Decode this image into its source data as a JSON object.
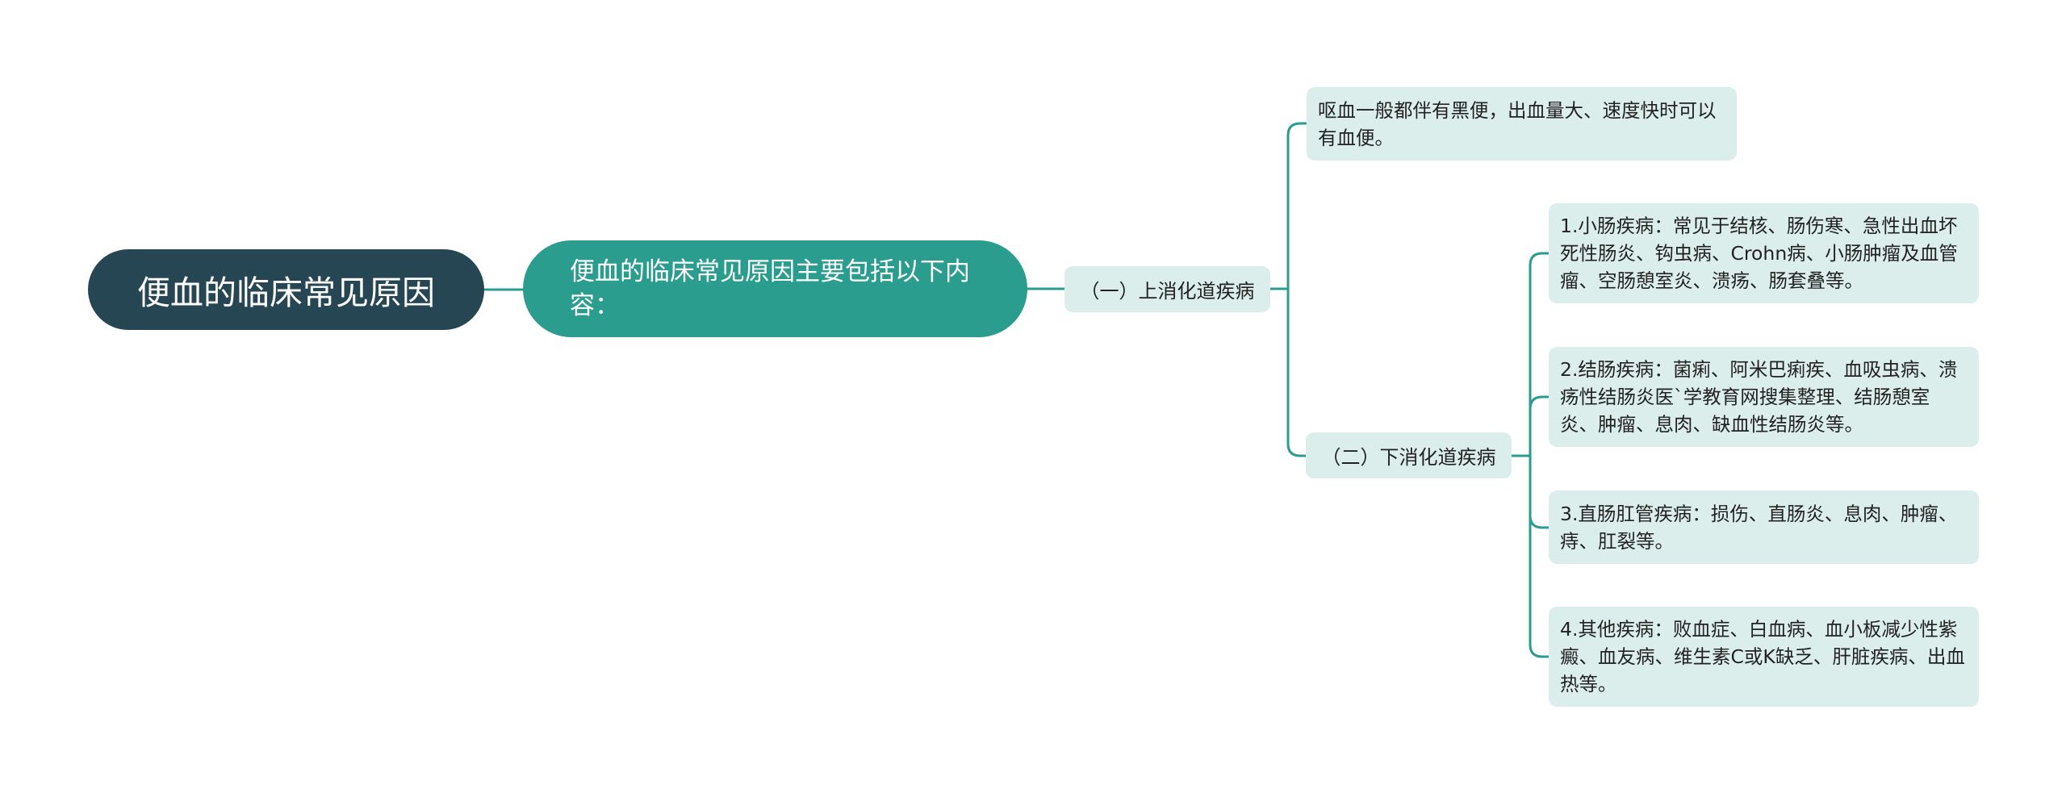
{
  "root": "便血的临床常见原因",
  "main": "便血的临床常见原因主要包括以下内容：",
  "branches": [
    {
      "label": "（一）上消化道疾病",
      "leaves": [
        "呕血一般都伴有黑便，出血量大、速度快时可以有血便。"
      ]
    },
    {
      "label": "（二）下消化道疾病",
      "leaves": [
        "1.小肠疾病：常见于结核、肠伤寒、急性出血坏死性肠炎、钩虫病、Crohn病、小肠肿瘤及血管瘤、空肠憩室炎、溃疡、肠套叠等。",
        "2.结肠疾病：菌痢、阿米巴痢疾、血吸虫病、溃疡性结肠炎医`学教育网搜集整理、结肠憩室炎、肿瘤、息肉、缺血性结肠炎等。",
        "3.直肠肛管疾病：损伤、直肠炎、息肉、肿瘤、痔、肛裂等。",
        "4.其他疾病：败血症、白血病、血小板减少性紫癜、血友病、维生素C或K缺乏、肝脏疾病、出血热等。"
      ]
    }
  ],
  "colors": {
    "root_bg": "#274653",
    "main_bg": "#2a9d8f",
    "node_bg": "#dceeec",
    "connector": "#2a9d8f"
  }
}
